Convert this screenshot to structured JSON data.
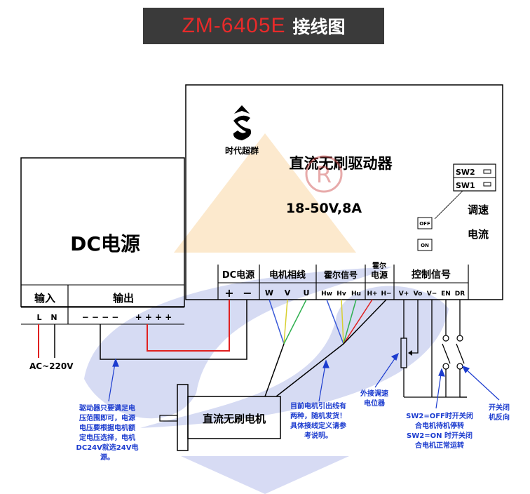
{
  "header": {
    "model": "ZM-6405E",
    "subtitle": "接线图"
  },
  "driver": {
    "brand": "时代超群",
    "name": "直流无刷驱动器",
    "spec": "18-50V,8A",
    "sw2": "SW2",
    "sw1": "SW1",
    "off": "OFF",
    "on": "ON",
    "speed": "调速",
    "current": "电流",
    "groups": {
      "dc_power": "DC电源",
      "motor_phase": "电机相线",
      "hall_signal": "霍尔信号",
      "hall_power_1": "霍尔",
      "hall_power_2": "电源",
      "control_signal": "控制信号"
    },
    "pins": {
      "plus": "+",
      "minus": "−",
      "w": "W",
      "v": "V",
      "u": "U",
      "hw": "Hw",
      "hv": "Hv",
      "hu": "Hu",
      "hplus": "H+",
      "hminus": "H−",
      "vplus": "V+",
      "vo": "Vo",
      "vminus": "V−",
      "en": "EN",
      "dr": "DR"
    }
  },
  "psu": {
    "title": "DC电源",
    "input": "输入",
    "output": "输出",
    "l": "L",
    "n": "N",
    "minus_pins": "− − − −",
    "plus_pins": "+ + + +",
    "ac": "AC~220V"
  },
  "motor": {
    "label": "直流无刷电机"
  },
  "notes": {
    "psu_1": "驱动器只要满足电",
    "psu_2": "压范围即可，电源",
    "psu_3": "电压要根据电机额",
    "psu_4": "定电压选择，电机",
    "psu_5": "DC24V就选24V电",
    "psu_6": "源。",
    "motor_1": "目前电机引出线有",
    "motor_2": "两种，随机发货！",
    "motor_3": "具体接线定义请参",
    "motor_4": "考说明。",
    "pot_1": "外接调速",
    "pot_2": "电位器",
    "sw_1": "SW2=OFF时开关闭",
    "sw_2": "合电机待机停转",
    "sw_3": "SW2=ON 时开关闭",
    "sw_4": "合电机正常运转",
    "dir_1": "开关闭",
    "dir_2": "机反向"
  },
  "colors": {
    "title_bg": "#3a3a3a",
    "title_red": "#e82a2a",
    "wire_red": "#e02020",
    "wire_blue": "#3a5ad8",
    "wire_yellow": "#d8d030",
    "wire_green": "#30b050",
    "note_blue": "#1c3ccf",
    "watermark_blue": "#3a4ec8",
    "watermark_orange": "#f3a93a"
  }
}
